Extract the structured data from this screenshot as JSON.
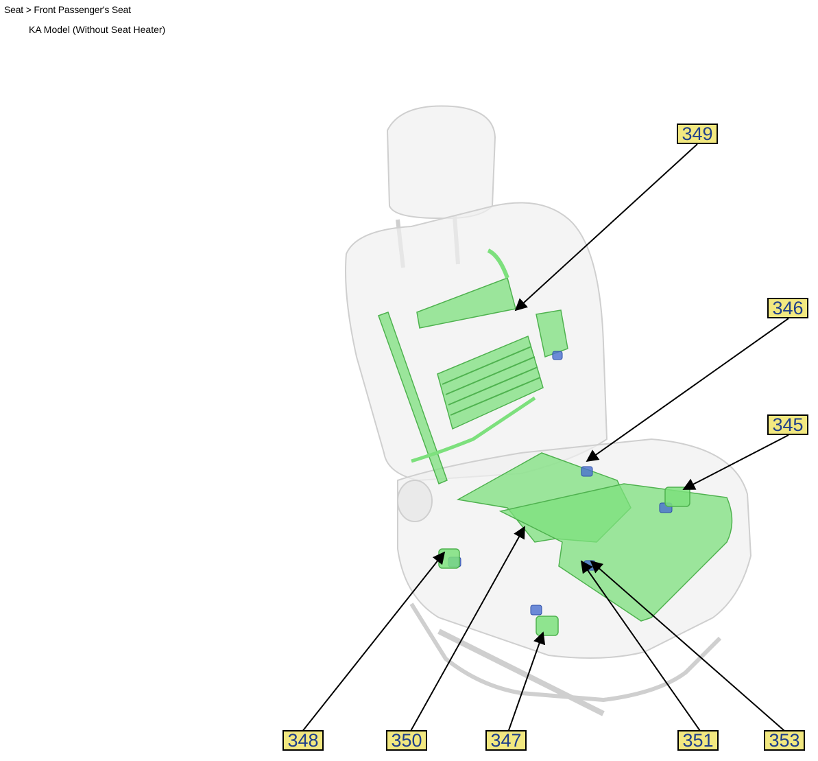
{
  "header": {
    "breadcrumb": "Seat > Front Passenger's Seat",
    "subtitle": "KA Model (Without Seat Heater)"
  },
  "colors": {
    "callout_fill": "#f2e880",
    "callout_text": "#1f3f8a",
    "highlight_green": "#7de07d",
    "connector_blue": "#4a6fd0"
  },
  "callouts": [
    {
      "id": "349",
      "label": "349"
    },
    {
      "id": "346",
      "label": "346"
    },
    {
      "id": "345",
      "label": "345"
    },
    {
      "id": "348",
      "label": "348"
    },
    {
      "id": "350",
      "label": "350"
    },
    {
      "id": "347",
      "label": "347"
    },
    {
      "id": "351",
      "label": "351"
    },
    {
      "id": "353",
      "label": "353"
    }
  ]
}
